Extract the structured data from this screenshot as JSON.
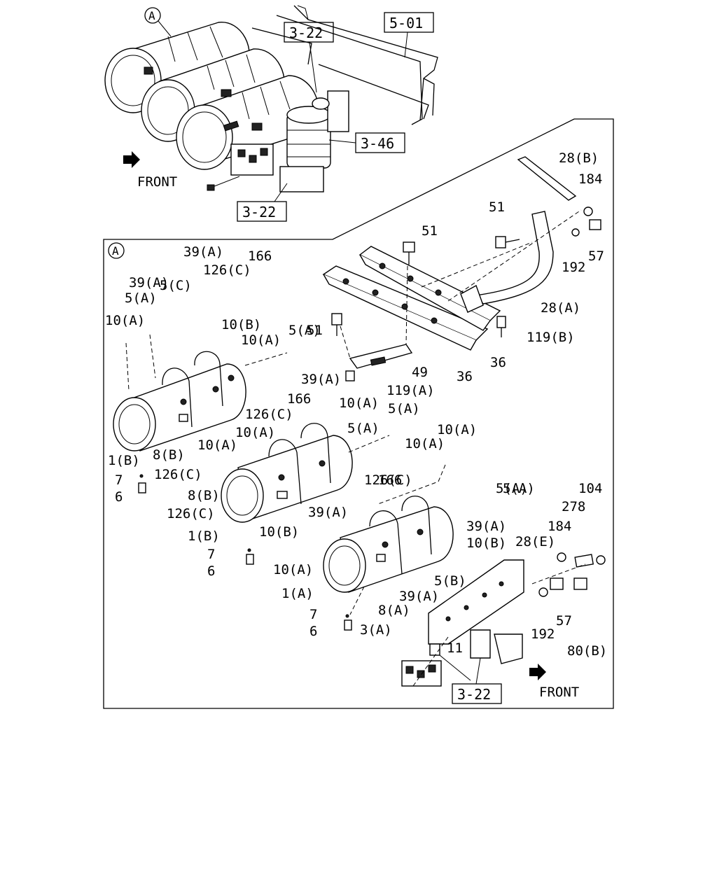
{
  "top_view": {
    "view_marker": "A",
    "front_label": "FRONT",
    "refs": [
      "5-01",
      "3-22",
      "3-46",
      "3-22"
    ]
  },
  "detail_view": {
    "view_marker": "A",
    "front_label": "FRONT",
    "ref": "3-22"
  },
  "callouts": [
    "39(A)",
    "166",
    "5(C)",
    "126(C)",
    "39(A)",
    "5(A)",
    "10(A)",
    "10(B)",
    "10(A)",
    "5(A)",
    "51",
    "36",
    "119(A)",
    "49",
    "36",
    "51",
    "51",
    "28(B)",
    "184",
    "192",
    "57",
    "28(A)",
    "119(B)",
    "1(B)",
    "8(B)",
    "126(C)",
    "7",
    "6",
    "39(A)",
    "166",
    "10(A)",
    "126(C)",
    "5(A)",
    "10(A)",
    "10(A)",
    "5(A)",
    "5(A)",
    "10(A)",
    "10(A)",
    "126(C)",
    "166",
    "8(B)",
    "126(C)",
    "39(A)",
    "10(B)",
    "1(B)",
    "7",
    "6",
    "5(A)",
    "39(A)",
    "10(B)",
    "10(A)",
    "5(B)",
    "1(A)",
    "39(A)",
    "8(A)",
    "3(A)",
    "7",
    "6",
    "11",
    "104",
    "278",
    "184",
    "28(E)",
    "57",
    "192",
    "80(B)"
  ]
}
